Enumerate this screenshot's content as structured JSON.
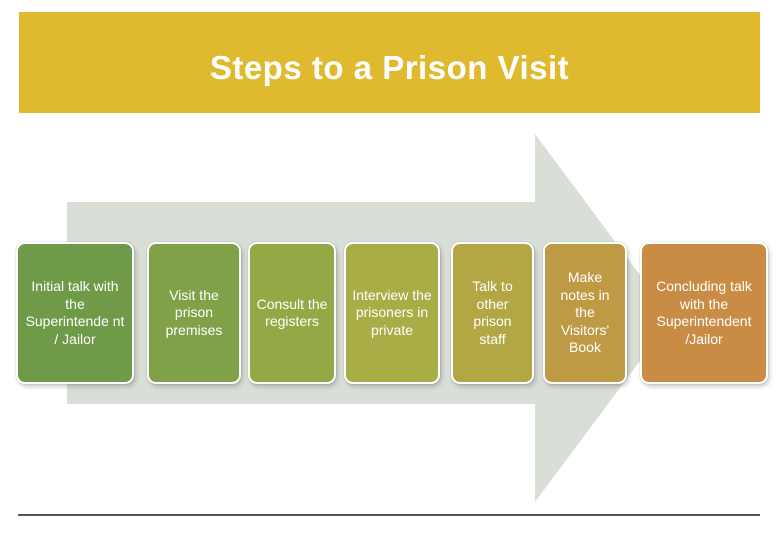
{
  "title": "Steps to a Prison Visit",
  "colors": {
    "banner": "#dfb92e",
    "arrow": "#d9ded6",
    "text": "#ffffff"
  },
  "steps": [
    {
      "label": "Initial talk with the Superintende nt / Jailor",
      "color": "#6f9a48"
    },
    {
      "label": "Visit the prison premises",
      "color": "#80a147"
    },
    {
      "label": "Consult the registers",
      "color": "#93a945"
    },
    {
      "label": "Interview the prisoners in private",
      "color": "#a8ad45"
    },
    {
      "label": "Talk to other prison staff",
      "color": "#b3a745"
    },
    {
      "label": "Make notes in the Visitors' Book",
      "color": "#be9a45"
    },
    {
      "label": "Concluding talk with the Superintendent /Jailor",
      "color": "#c98c45"
    }
  ]
}
